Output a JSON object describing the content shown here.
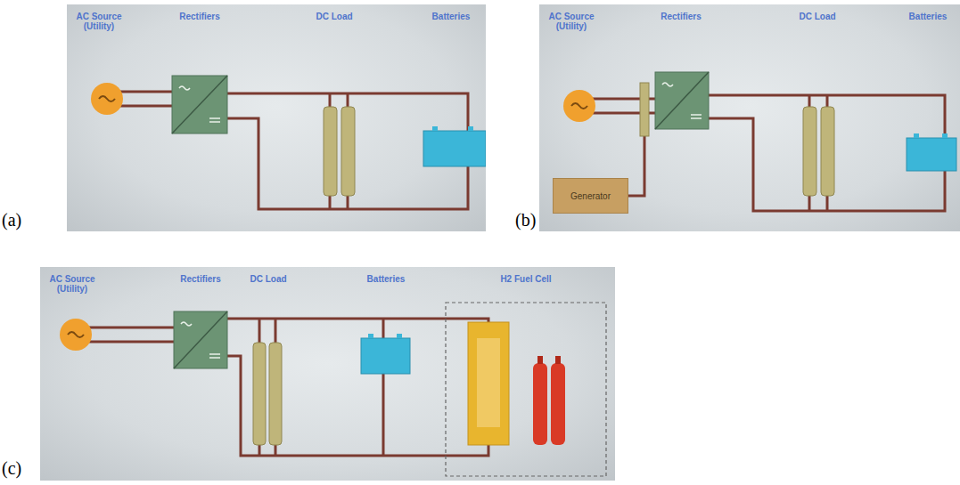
{
  "diagram": {
    "nodes": [
      {
        "text": [
          "Generator"
        ]
      }
    ],
    "labels": [
      "(a)",
      "AC Source (Utility)",
      "Rectifiers",
      "DC Load",
      "Batteries",
      "(b)",
      "AC Source (Utility)",
      "Rectifiers",
      "DC Load",
      "Batteries",
      "(c)",
      "AC Source (Utility)",
      "Rectifiers",
      "DC Load",
      "Batteries",
      "H2 Fuel Cell"
    ]
  }
}
